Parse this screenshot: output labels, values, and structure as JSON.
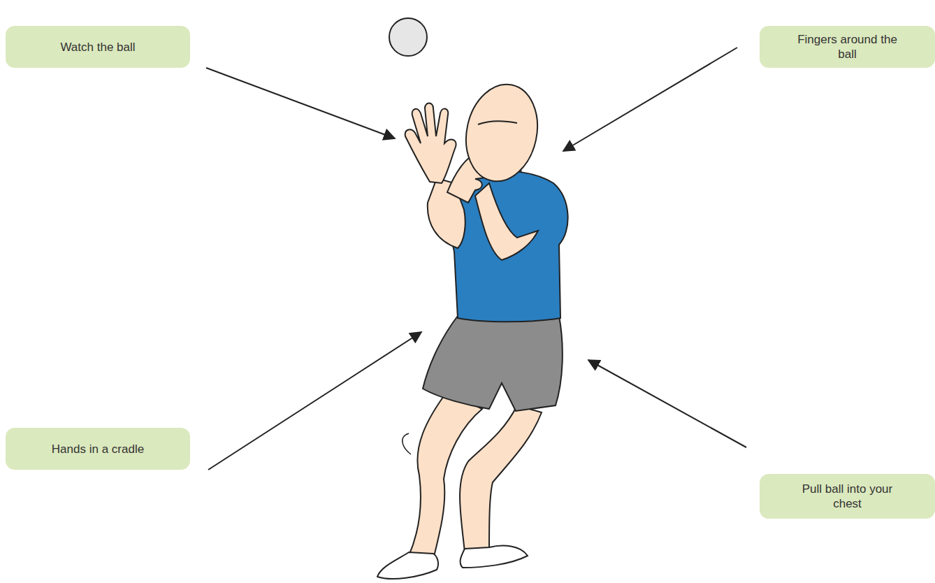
{
  "diagram": {
    "nodes": [
      {
        "text": [
          "Watch the ball"
        ]
      },
      {
        "text": [
          "Fingers around the ball"
        ]
      },
      {
        "text": [
          "Hands in a cradle"
        ]
      },
      {
        "text": [
          "Pull ball into your chest"
        ]
      }
    ]
  }
}
